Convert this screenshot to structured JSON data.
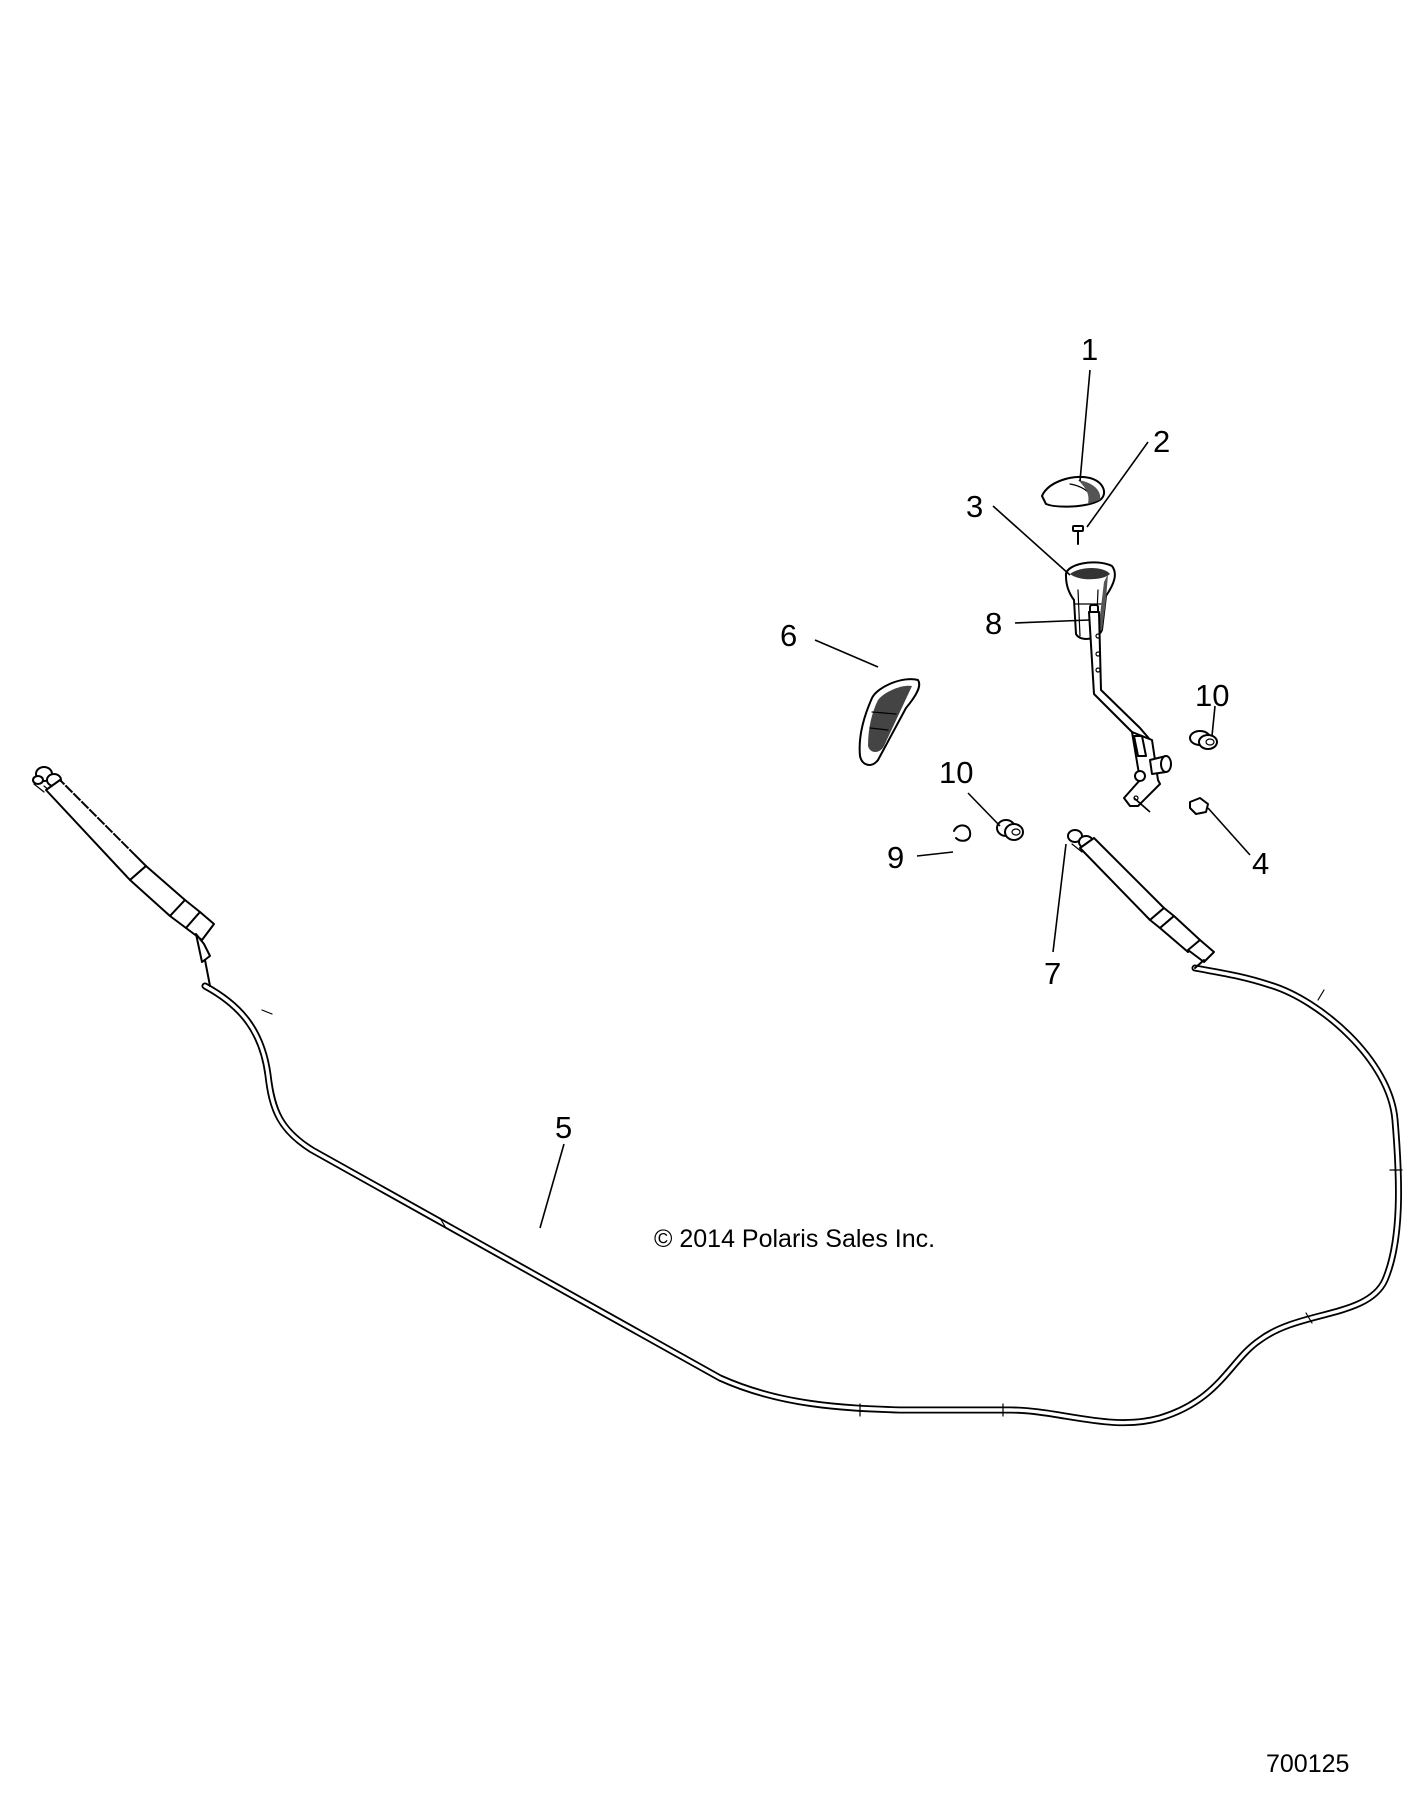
{
  "callouts": [
    {
      "id": "1",
      "label": "1"
    },
    {
      "id": "2",
      "label": "2"
    },
    {
      "id": "3",
      "label": "3"
    },
    {
      "id": "4",
      "label": "4"
    },
    {
      "id": "5",
      "label": "5"
    },
    {
      "id": "6",
      "label": "6"
    },
    {
      "id": "7",
      "label": "7"
    },
    {
      "id": "8",
      "label": "8"
    },
    {
      "id": "9",
      "label": "9"
    },
    {
      "id": "10a",
      "label": "10"
    },
    {
      "id": "10b",
      "label": "10"
    }
  ],
  "copyright": "© 2014 Polaris Sales Inc.",
  "figure_number": "700125"
}
